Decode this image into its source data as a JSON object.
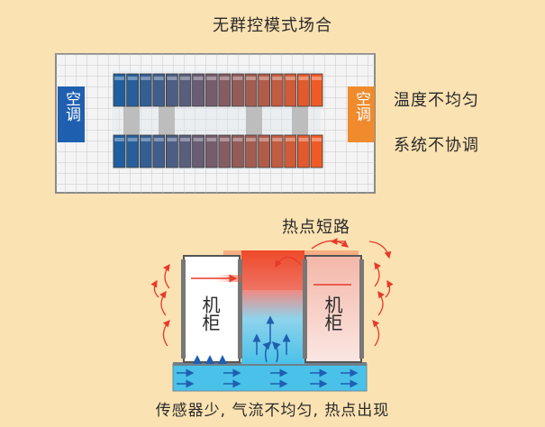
{
  "title": "无群控模式场合",
  "side_labels": {
    "uneven_temperature": "温度不均匀",
    "uncoordinated_system": "系统不协调"
  },
  "ac_label": "空调",
  "hot_spot_label": "热点短路",
  "rack_label": "机柜",
  "caption": "传感器少, 气流不均匀, 热点出现",
  "colors": {
    "background": "#fbe2b2",
    "ac_left": "#1f5fb0",
    "ac_right": "#ef8a2d",
    "cold_air": "#4ec3ea",
    "hot_air": "#ef4a2a",
    "rack_cold": "#1f5f9f",
    "rack_hot": "#f05a25"
  }
}
